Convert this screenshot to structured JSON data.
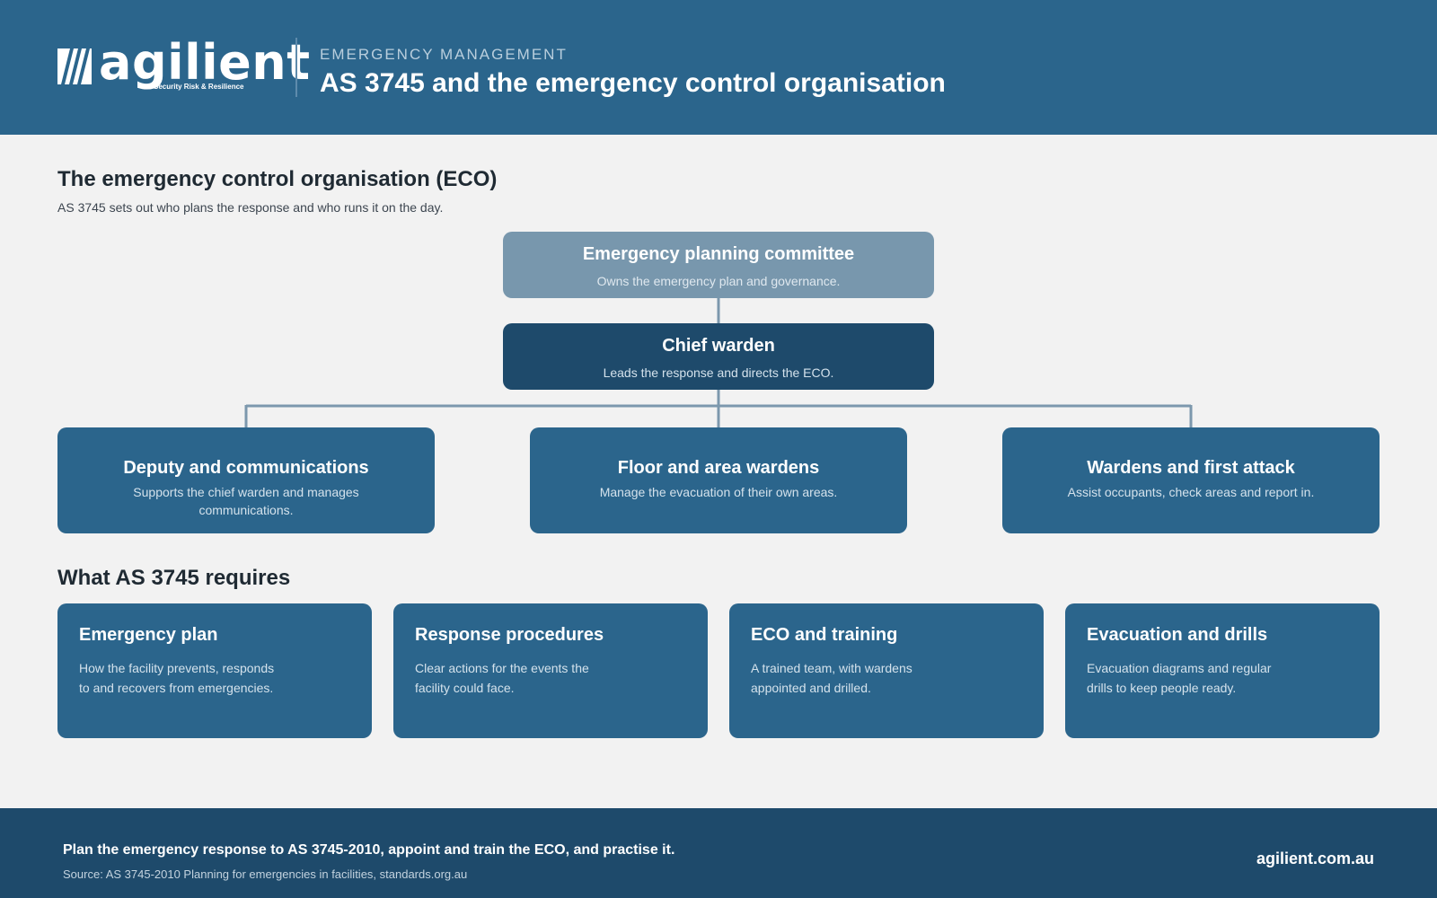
{
  "header": {
    "logo_word": "agilient",
    "logo_tagline": "Security Risk & Resilience",
    "kicker": "EMERGENCY MANAGEMENT",
    "title": "AS 3745 and the emergency control organisation"
  },
  "eco": {
    "title": "The emergency control organisation (ECO)",
    "subtitle": "AS 3745 sets out who plans the response and who runs it on the day.",
    "committee": {
      "title": "Emergency planning committee",
      "desc": "Owns the emergency plan and governance."
    },
    "chief": {
      "title": "Chief warden",
      "desc": "Leads the response and directs the ECO."
    },
    "children": [
      {
        "title": "Deputy and communications",
        "desc": "Supports the chief warden and manages communications."
      },
      {
        "title": "Floor and area wardens",
        "desc": "Manage the evacuation of their own areas."
      },
      {
        "title": "Wardens and first attack",
        "desc": "Assist occupants, check areas and report in."
      }
    ]
  },
  "requirements": {
    "title": "What AS 3745 requires",
    "cards": [
      {
        "title": "Emergency plan",
        "desc": "How the facility prevents, responds to and recovers from emergencies."
      },
      {
        "title": "Response procedures",
        "desc": "Clear actions for the events the facility could face."
      },
      {
        "title": "ECO and training",
        "desc": "A trained team, with wardens appointed and drilled."
      },
      {
        "title": "Evacuation and drills",
        "desc": "Evacuation diagrams and regular drills to keep people ready."
      }
    ]
  },
  "footer": {
    "main": "Plan the emergency response to AS 3745-2010, appoint and train the ECO, and practise it.",
    "source": "Source: AS 3745-2010 Planning for emergencies in facilities, standards.org.au",
    "url": "agilient.com.au"
  },
  "colors": {
    "header_bg": "#2b658c",
    "dark_blue": "#1e4a6b",
    "committee": "#7897ad",
    "connector": "#7c98ad",
    "page_bg": "#f2f2f2"
  }
}
